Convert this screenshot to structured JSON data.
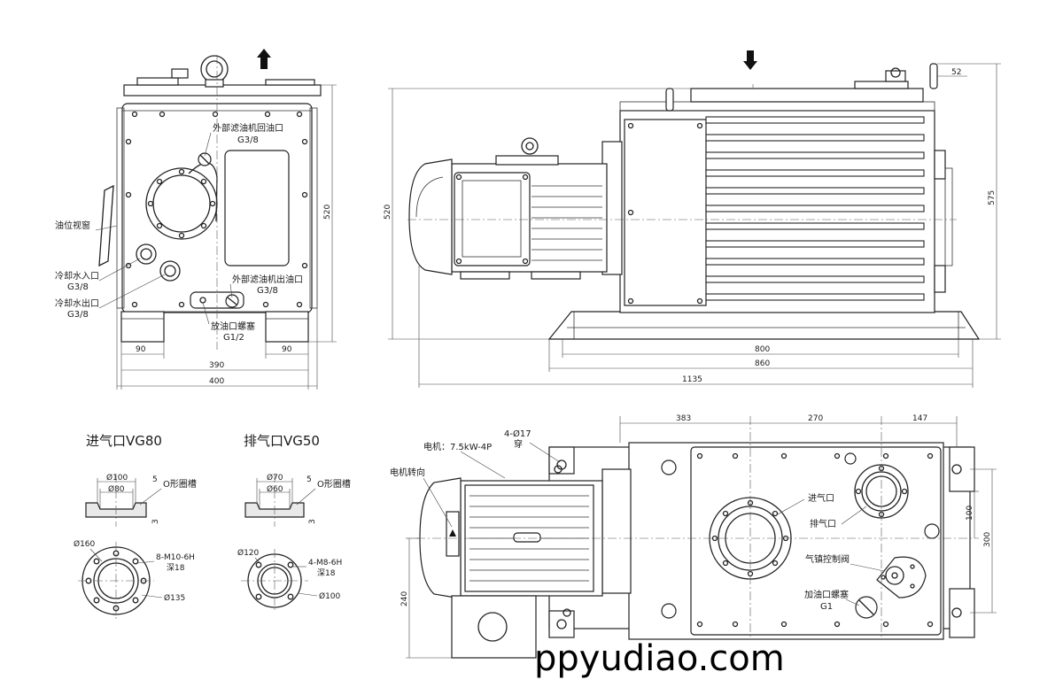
{
  "front_view": {
    "labels": {
      "ext_filter_return": "外部滤油机回油口",
      "ext_filter_return_size": "G3/8",
      "oil_window": "油位视窗",
      "cool_in": "冷却水入口",
      "cool_in_size": "G3/8",
      "cool_out": "冷却水出口",
      "cool_out_size": "G3/8",
      "ext_filter_out": "外部滤油机出油口",
      "ext_filter_out_size": "G3/8",
      "drain": "放油口螺塞",
      "drain_size": "G1/2"
    },
    "dims": {
      "foot_left": "90",
      "foot_right": "90",
      "base": "390",
      "total": "400",
      "height": "520"
    }
  },
  "side_view": {
    "dims": {
      "height_left": "520",
      "height_right": "575",
      "top_right": "52",
      "d800": "800",
      "d860": "860",
      "d1135": "1135"
    }
  },
  "top_view": {
    "labels": {
      "motor": "电机：7.5kW-4P",
      "holes": "4-Ø17",
      "holes_note": "穿",
      "rotation": "电机转向",
      "inlet": "进气口",
      "outlet": "排气口",
      "ballast": "气镇控制阀",
      "fill": "加油口螺塞",
      "fill_size": "G1"
    },
    "dims": {
      "d383": "383",
      "d270": "270",
      "d147": "147",
      "d100": "100",
      "d300": "300",
      "d240": "240"
    }
  },
  "inlet_flange": {
    "title": "进气口VG80",
    "d_outer": "Ø100",
    "d_inner": "Ø80",
    "depth": "5",
    "oring": "O形圈槽",
    "step": "3",
    "pcd_outer": "Ø160",
    "bolts": "8-M10-6H",
    "bolt_depth": "深18",
    "pcd": "Ø135"
  },
  "outlet_flange": {
    "title": "排气口VG50",
    "d_outer": "Ø70",
    "d_inner": "Ø60",
    "depth": "5",
    "oring": "O形圈槽",
    "step": "3",
    "pcd_outer": "Ø120",
    "bolts": "4-M8-6H",
    "bolt_depth": "深18",
    "pcd": "Ø100"
  },
  "watermark": "ppyudiao.com"
}
